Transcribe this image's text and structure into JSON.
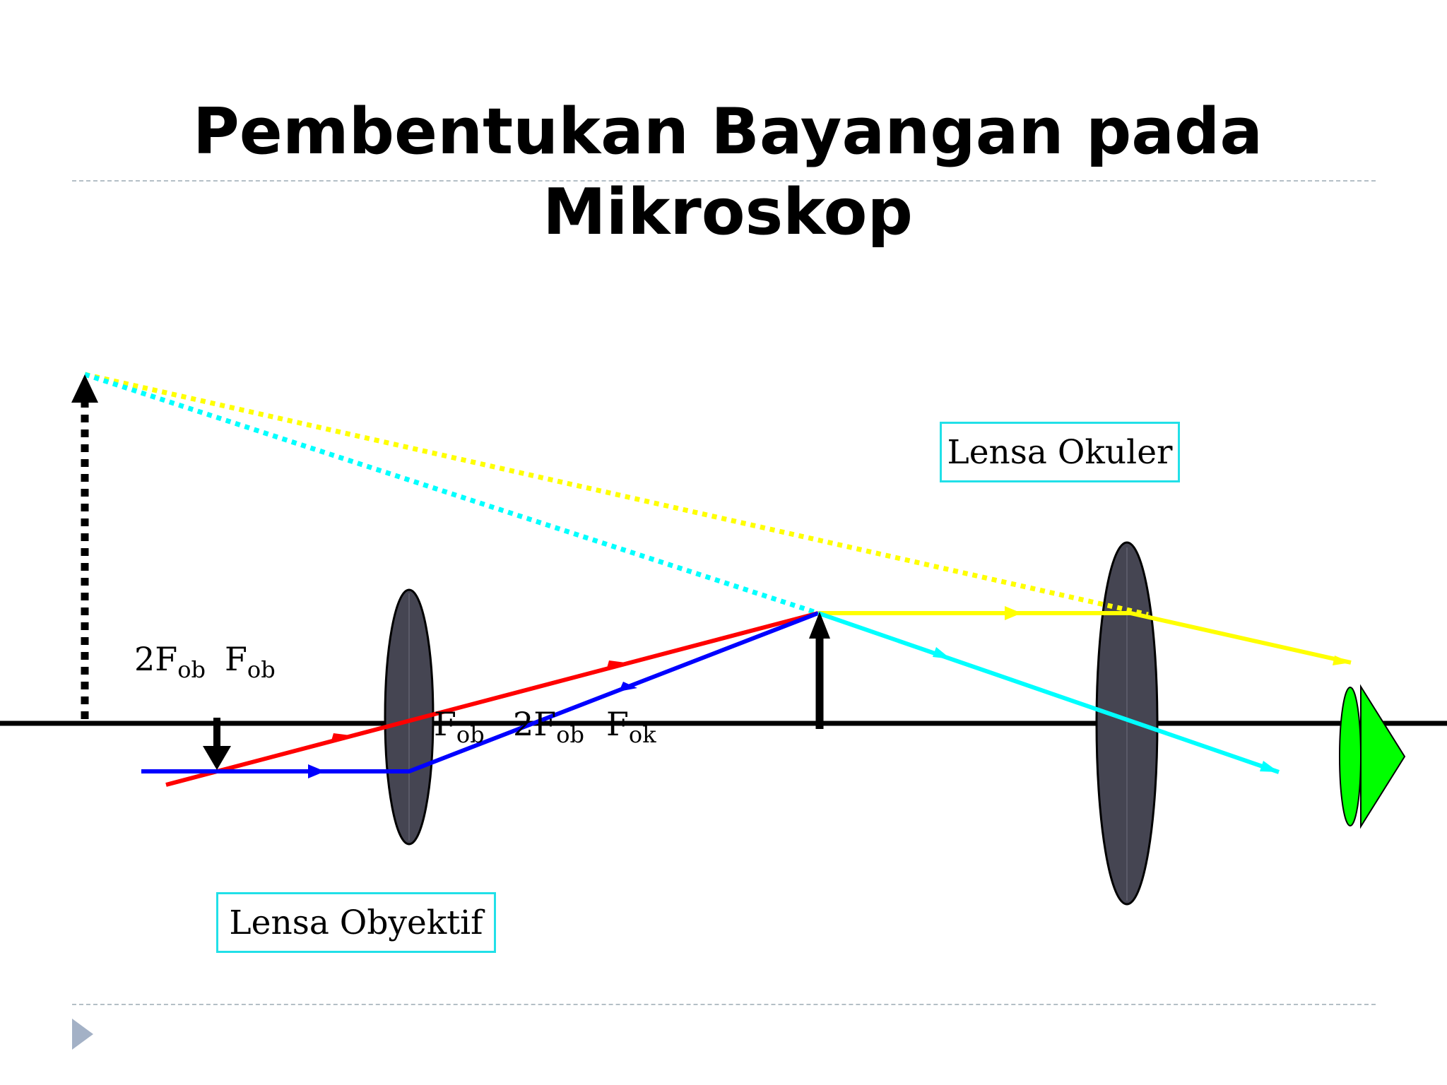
{
  "title": {
    "line1": "Pembentukan Bayangan pada",
    "line2": "Mikroskop"
  },
  "labels": {
    "two_f_ob_left": {
      "main": "2F",
      "sub": "ob"
    },
    "f_ob_left": {
      "main": "F",
      "sub": "ob"
    },
    "f_ob_right": {
      "main": "F",
      "sub": "ob"
    },
    "two_f_ob_right": {
      "main": "2F",
      "sub": "ob"
    },
    "f_ok": {
      "main": "F",
      "sub": "ok"
    }
  },
  "boxes": {
    "eyepiece": "Lensa Okuler",
    "objective": "Lensa Obyektif"
  },
  "colors": {
    "ray_red": "#ff0000",
    "ray_blue": "#0000ff",
    "ray_yellow": "#ffff00",
    "ray_cyan": "#00ffff",
    "lens_fill": "#454552",
    "eye_fill": "#00ff00",
    "box_border": "#21e0e8",
    "nav_arrow": "#a3b1c6"
  },
  "icons": {
    "nav": "triangle-right-icon",
    "eye": "eye-icon"
  }
}
